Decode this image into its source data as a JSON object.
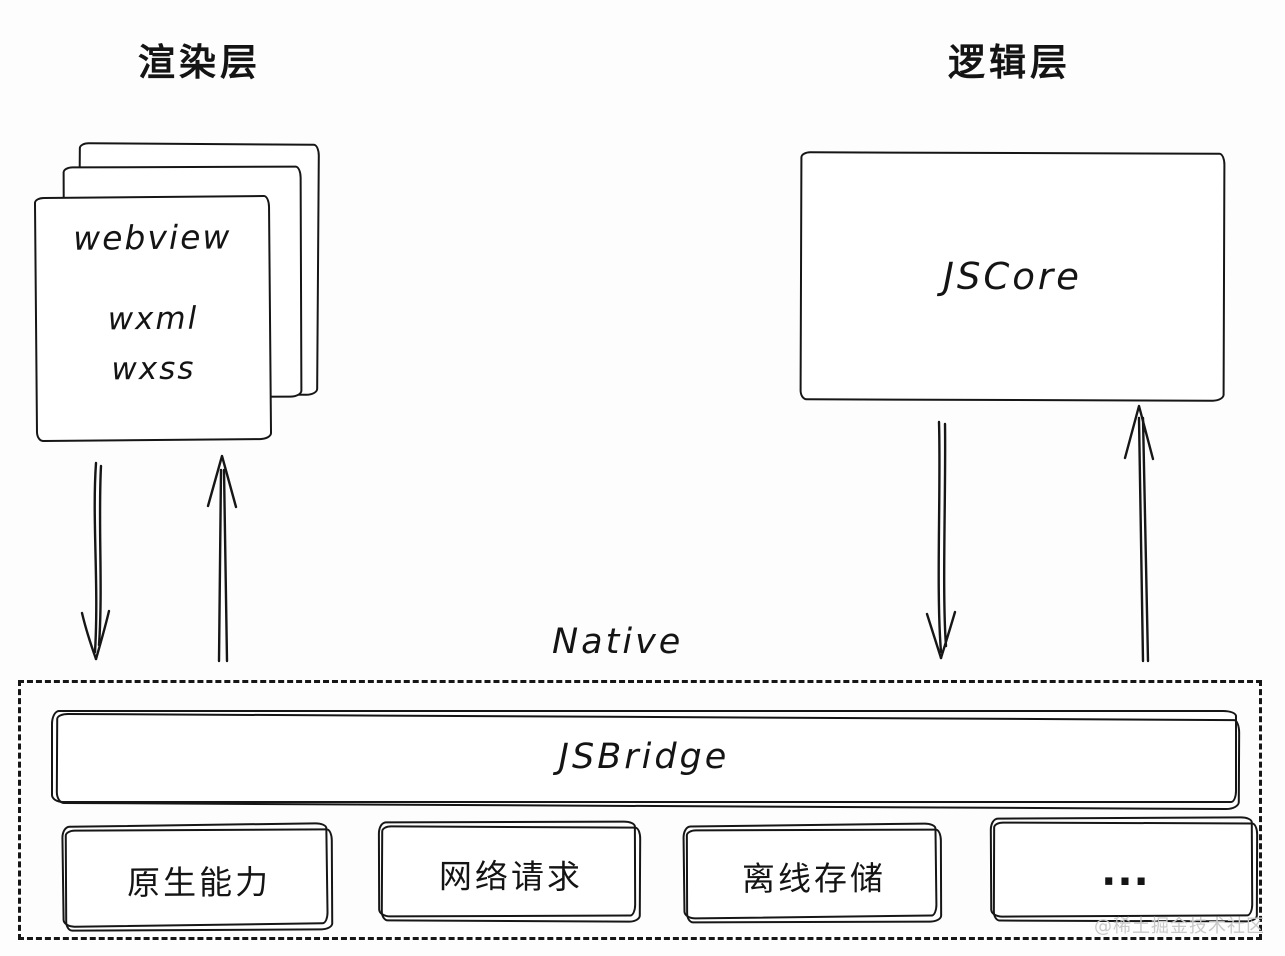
{
  "labels": {
    "rendering_layer": "渲染层",
    "logic_layer": "逻辑层",
    "native": "Native",
    "watermark": "@稀土掘金技术社区"
  },
  "webview_stack": {
    "title": "webview",
    "lines": [
      "wxml",
      "wxss"
    ]
  },
  "jscore": {
    "label": "JSCore"
  },
  "bridge": {
    "label": "JSBridge"
  },
  "capabilities": [
    {
      "label": "原生能力"
    },
    {
      "label": "网络请求"
    },
    {
      "label": "离线存储"
    },
    {
      "label": "..."
    }
  ]
}
